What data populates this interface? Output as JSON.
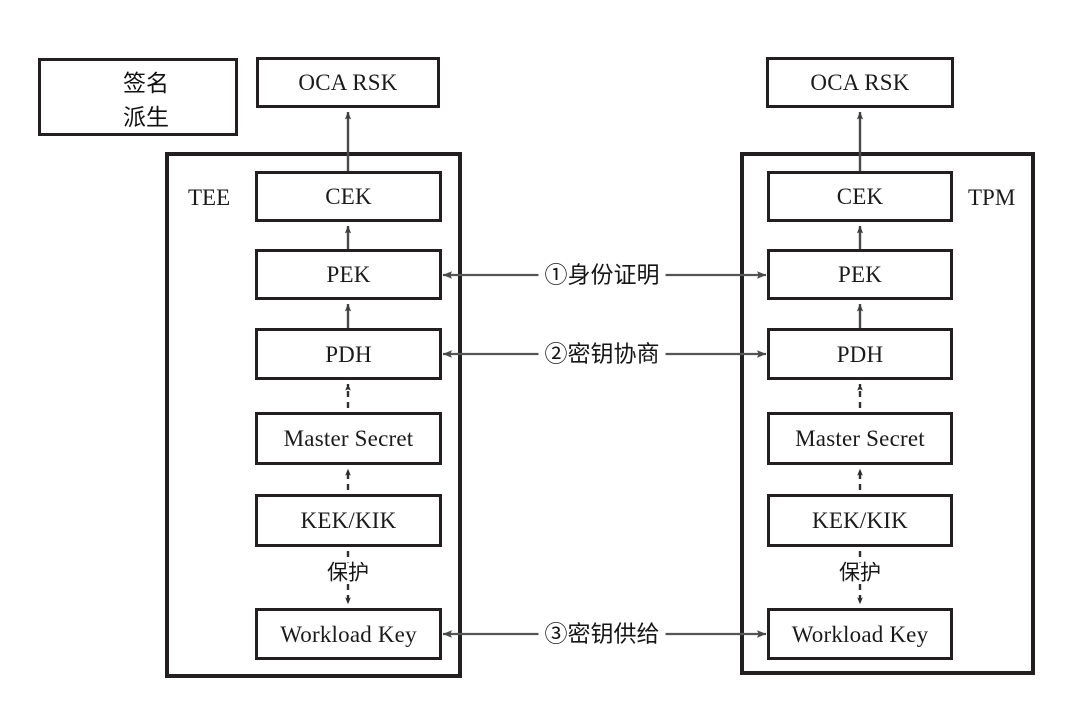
{
  "diagram": {
    "title_text": "",
    "legend": {
      "rows": [
        {
          "style": "solid",
          "label": "签名",
          "icon": "solid-arrow-icon"
        },
        {
          "style": "dashed",
          "label": "派生",
          "icon": "dashed-arrow-icon"
        }
      ]
    },
    "panels": [
      {
        "id": "tee",
        "label": "TEE",
        "label_side": "left"
      },
      {
        "id": "tpm",
        "label": "TPM",
        "label_side": "right"
      }
    ],
    "left": {
      "external_box": "OCA RSK",
      "nodes": [
        {
          "id": "cek",
          "label": "CEK"
        },
        {
          "id": "pek",
          "label": "PEK"
        },
        {
          "id": "pdh",
          "label": "PDH"
        },
        {
          "id": "master",
          "label": "Master Secret"
        },
        {
          "id": "kek",
          "label": "KEK/KIK"
        },
        {
          "id": "workload",
          "label": "Workload Key"
        }
      ],
      "protect_label": "保护"
    },
    "right": {
      "external_box": "OCA RSK",
      "nodes": [
        {
          "id": "cek",
          "label": "CEK"
        },
        {
          "id": "pek",
          "label": "PEK"
        },
        {
          "id": "pdh",
          "label": "PDH"
        },
        {
          "id": "master",
          "label": "Master Secret"
        },
        {
          "id": "kek",
          "label": "KEK/KIK"
        },
        {
          "id": "workload",
          "label": "Workload Key"
        }
      ],
      "protect_label": "保护"
    },
    "cross_flows": [
      {
        "index": "①",
        "label": "①身份证明",
        "from": "PEK",
        "to": "PEK",
        "direction": "both"
      },
      {
        "index": "②",
        "label": "②密钥协商",
        "from": "PDH",
        "to": "PDH",
        "direction": "both"
      },
      {
        "index": "③",
        "label": "③密钥供给",
        "from": "Workload Key",
        "to": "Workload Key",
        "direction": "both"
      }
    ],
    "edges": [
      {
        "from": "CEK",
        "to": "OCA RSK",
        "style": "solid",
        "meaning": "签名"
      },
      {
        "from": "PEK",
        "to": "CEK",
        "style": "solid",
        "meaning": "签名"
      },
      {
        "from": "PDH",
        "to": "PEK",
        "style": "solid",
        "meaning": "签名"
      },
      {
        "from": "Master Secret",
        "to": "PDH",
        "style": "dashed",
        "meaning": "派生"
      },
      {
        "from": "KEK/KIK",
        "to": "Master Secret",
        "style": "dashed",
        "meaning": "派生"
      },
      {
        "from": "KEK/KIK",
        "to": "Workload Key",
        "style": "dashed",
        "meaning": "保护"
      }
    ],
    "colors": {
      "stroke": "#231f20",
      "arrow": "#4a4a4a",
      "background": "#ffffff",
      "text": "#1a1a1a"
    }
  }
}
